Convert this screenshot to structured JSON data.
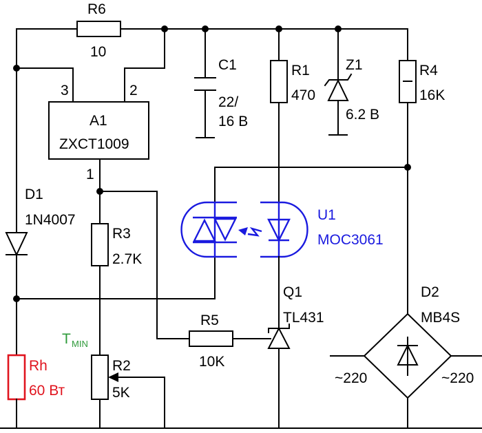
{
  "colors": {
    "wire": "#000000",
    "optocoupler": "#1a1adf",
    "heater": "#e0141e",
    "trim_label": "#2e9a3a"
  },
  "components": {
    "r6": {
      "ref": "R6",
      "value": "10"
    },
    "a1": {
      "ref": "A1",
      "part": "ZXCT1009",
      "pin1": "1",
      "pin2": "2",
      "pin3": "3"
    },
    "c1": {
      "ref": "C1",
      "value_line1": "22/",
      "value_line2": "16 В"
    },
    "r1": {
      "ref": "R1",
      "value": "470"
    },
    "z1": {
      "ref": "Z1",
      "value": "6.2 В"
    },
    "r4": {
      "ref": "R4",
      "value": "16K"
    },
    "d1": {
      "ref": "D1",
      "part": "1N4007"
    },
    "r3": {
      "ref": "R3",
      "value": "2.7K"
    },
    "u1": {
      "ref": "U1",
      "part": "MOC3061"
    },
    "q1": {
      "ref": "Q1",
      "part": "TL431"
    },
    "r5": {
      "ref": "R5",
      "value": "10K"
    },
    "d2": {
      "ref": "D2",
      "part": "MB4S"
    },
    "rh": {
      "ref": "Rh",
      "value": "60 Вт"
    },
    "r2": {
      "ref": "R2",
      "value": "5K",
      "trim_main": "T",
      "trim_sub": "MIN"
    }
  },
  "supply": {
    "left": "~220",
    "right": "~220"
  }
}
